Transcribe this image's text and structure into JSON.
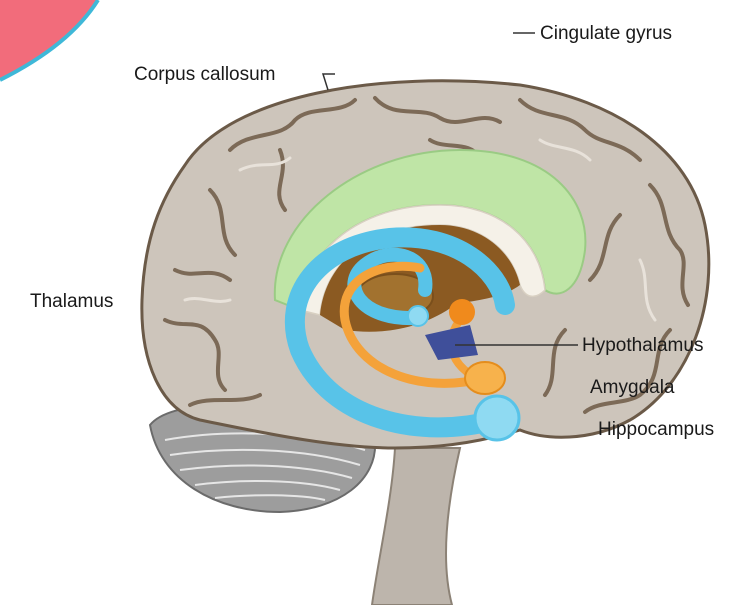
{
  "labels": {
    "cingulate_gyrus": "Cingulate gyrus",
    "corpus_callosum": "Corpus callosum",
    "thalamus": "Thalamus",
    "hypothalamus": "Hypothalamus",
    "amygdala": "Amygdala",
    "hippocampus": "Hippocampus"
  },
  "colors": {
    "cortex": "#cdc5bb",
    "cortex_outline": "#6b5a48",
    "cingulate": "#bfe5a6",
    "ventricle": "#8b5a22",
    "fornix_blue": "#58c3e8",
    "orange": "#f4a23a",
    "hypothalamus": "#3f4f9a",
    "cerebellum": "#9d9d9d",
    "brainstem": "#bdb5ac",
    "corner_accent": "#f26c7b"
  }
}
